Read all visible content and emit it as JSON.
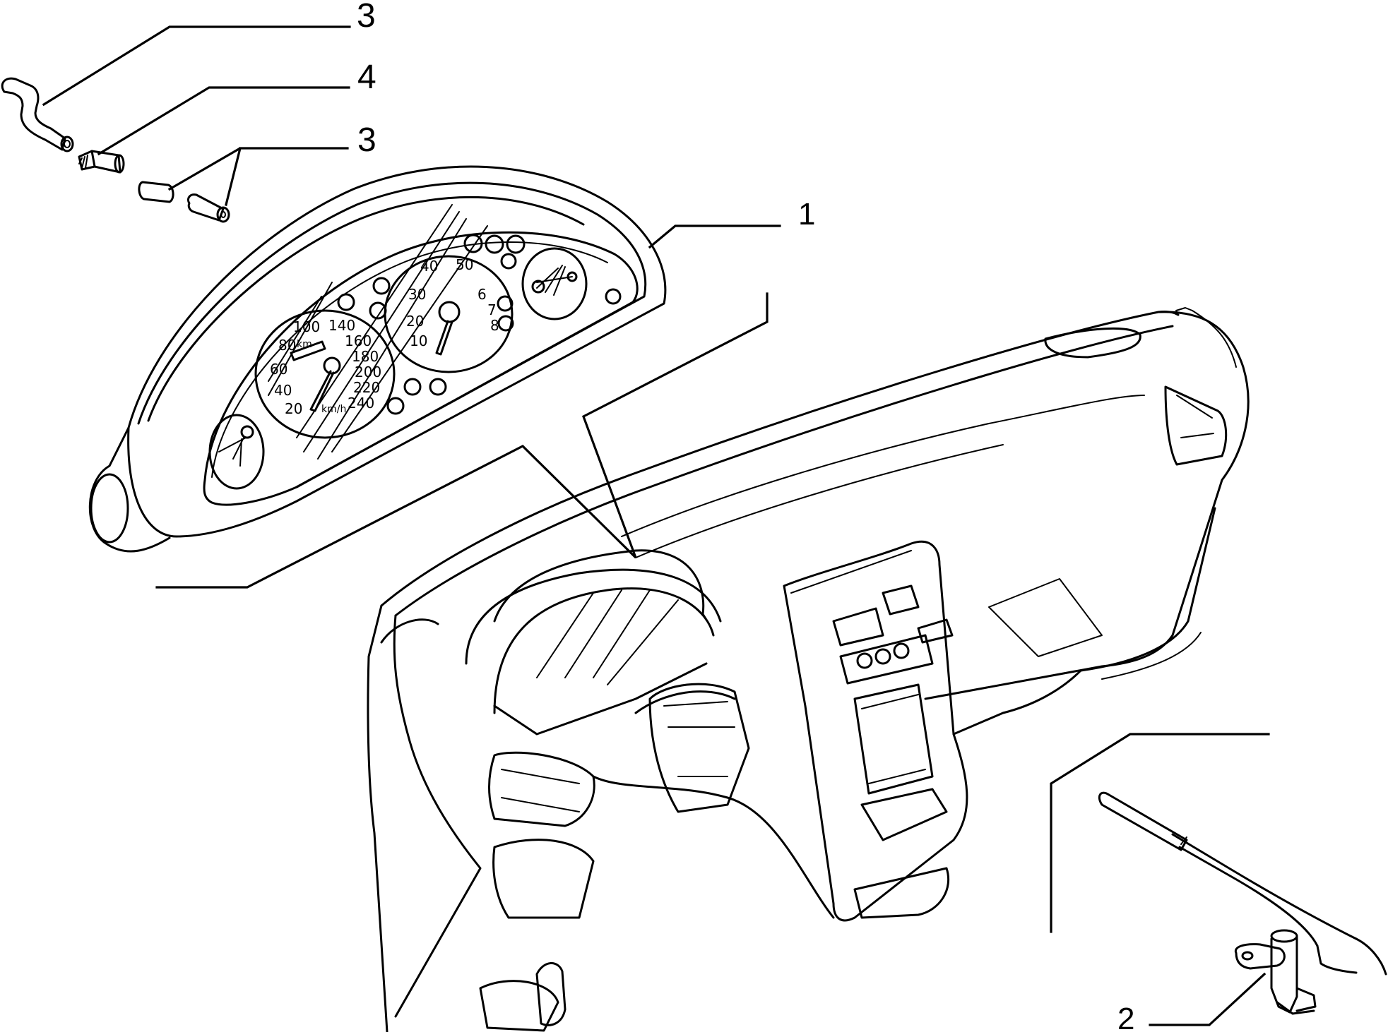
{
  "callouts": {
    "one": "1",
    "two": "2",
    "three_top": "3",
    "four": "4",
    "three_mid": "3"
  },
  "speedometer": {
    "units": "km/h",
    "odometer": "km",
    "numbers": [
      "20",
      "40",
      "60",
      "80",
      "100",
      "140",
      "160",
      "180",
      "200",
      "220",
      "240"
    ]
  },
  "tachometer": {
    "numbers": [
      "10",
      "20",
      "30",
      "40",
      "50",
      "6",
      "7",
      "8"
    ]
  },
  "colors": {
    "ink": "#000000",
    "paper": "#ffffff"
  }
}
